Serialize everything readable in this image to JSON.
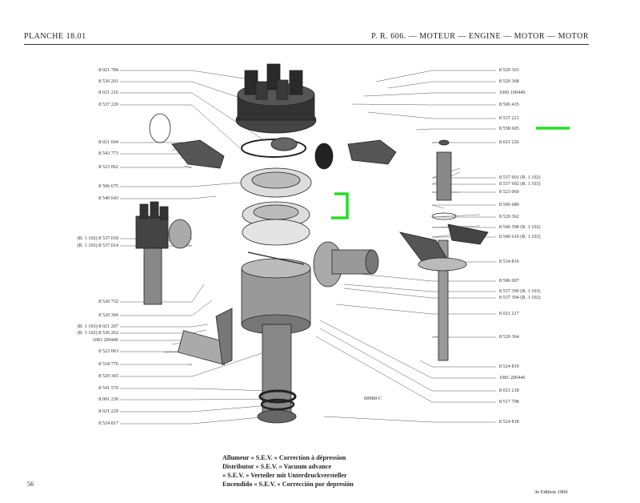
{
  "header": {
    "left": "PLANCHE 18.01",
    "right": "P. R. 606. — MOTEUR — ENGINE — MOTOR — MOTOR"
  },
  "labels_left": [
    "8 021 784",
    "8 536 261",
    "8 021 216",
    "8 537 220",
    "8 021 604",
    "8 543 773",
    "8 523 062",
    "8 506 675",
    "8 540 643",
    "(R. 1 102) 8 537 018",
    "(R. 1 103) 8 537 014",
    "8 520 752",
    "8 520 366",
    "(R. 1 103) 8 021 207",
    "(R. 1 102) 8 536 262",
    "1081 200446",
    "8 523 063",
    "8 518 776",
    "8 520 365",
    "8 541 570",
    "8 001 230",
    "8 021 229",
    "8 524 817"
  ],
  "labels_right": [
    "8 520 363",
    "8 520 368",
    "1060 100449",
    "8 506 435",
    "8 537 221",
    "8 558 605",
    "8 021 226",
    "8 537 601 (R. 1 102)",
    "8 537 602 (R. 1 103)",
    "8 523 060",
    "8 506 680",
    "8 520 362",
    "8 540 598 (R. 1 102)",
    "8 540 610 (R. 1 103)",
    "8 534 816",
    "8 506 007",
    "8 537 390 (R. 1 103)",
    "8 537 394 (R. 1 102)",
    "8 021 217",
    "8 520 364",
    "8 524 819",
    "1081 200446",
    "8 021 218",
    "8 517 798",
    "8 524 818"
  ],
  "ref_code": "60960 C",
  "caption": [
    "Allumeur « S.E.V. » Correction à dépression",
    "Distributor « S.E.V. » Vacuum advance",
    "« S.E.V. » Verteiler mit Unterdruckversteller",
    "Encendido « S.E.V. » Corrección por depresión"
  ],
  "page_number": "56",
  "edition": "3e Edition 1960",
  "highlight_color": "#22dd22"
}
